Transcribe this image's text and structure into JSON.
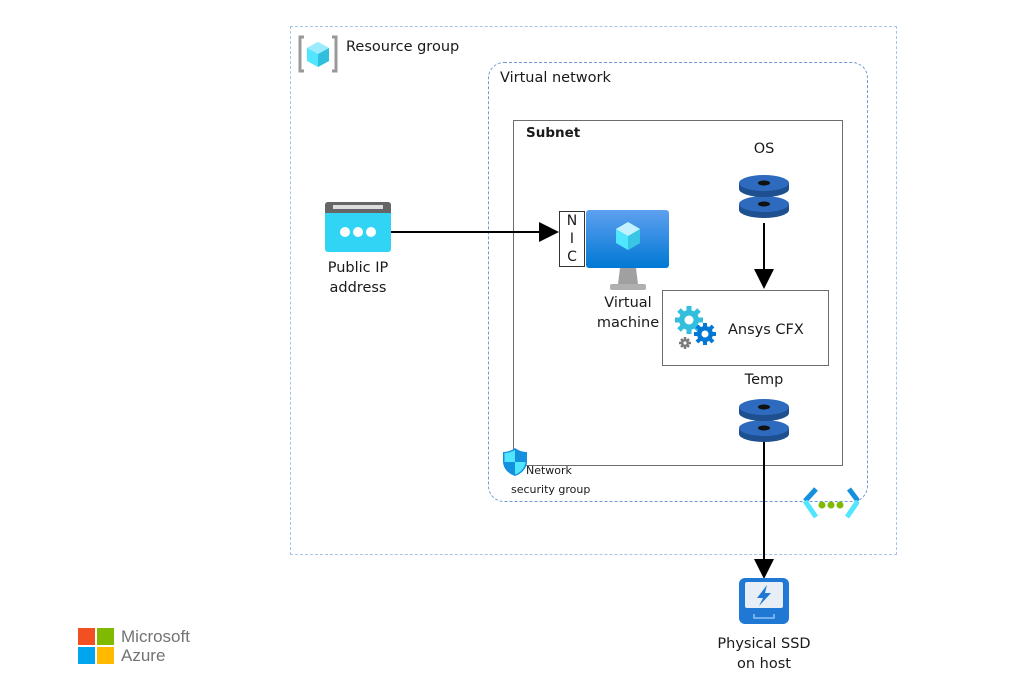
{
  "diagram": {
    "resource_group": {
      "label": "Resource group",
      "icon": "resource-group-icon"
    },
    "virtual_network": {
      "label": "Virtual network",
      "icon": "virtual-network-icon"
    },
    "subnet": {
      "label": "Subnet"
    },
    "public_ip": {
      "label_line1": "Public IP",
      "label_line2": "address",
      "icon": "public-ip-icon"
    },
    "nic": {
      "letters": [
        "N",
        "I",
        "C"
      ]
    },
    "virtual_machine": {
      "label_line1": "Virtual",
      "label_line2": "machine",
      "icon": "virtual-machine-icon"
    },
    "os_disk": {
      "label": "OS",
      "icon": "disk-icon"
    },
    "ansys": {
      "label": "Ansys CFX",
      "icon": "gears-icon"
    },
    "temp_disk": {
      "label": "Temp",
      "icon": "disk-icon"
    },
    "nsg": {
      "label_line1": "Network",
      "label_line2": "security group",
      "icon": "shield-icon"
    },
    "ssd": {
      "label_line1": "Physical SSD",
      "label_line2": "on host",
      "icon": "ssd-icon"
    },
    "connections": [
      {
        "from": "Public IP address",
        "to": "NIC"
      },
      {
        "from": "OS",
        "to": "Ansys CFX"
      },
      {
        "from": "Temp",
        "to": "Physical SSD on host"
      }
    ]
  },
  "branding": {
    "line1": "Microsoft",
    "line2": "Azure",
    "colors": {
      "red": "#f25022",
      "green": "#7fba00",
      "blue": "#00a4ef",
      "yellow": "#ffb900"
    }
  }
}
